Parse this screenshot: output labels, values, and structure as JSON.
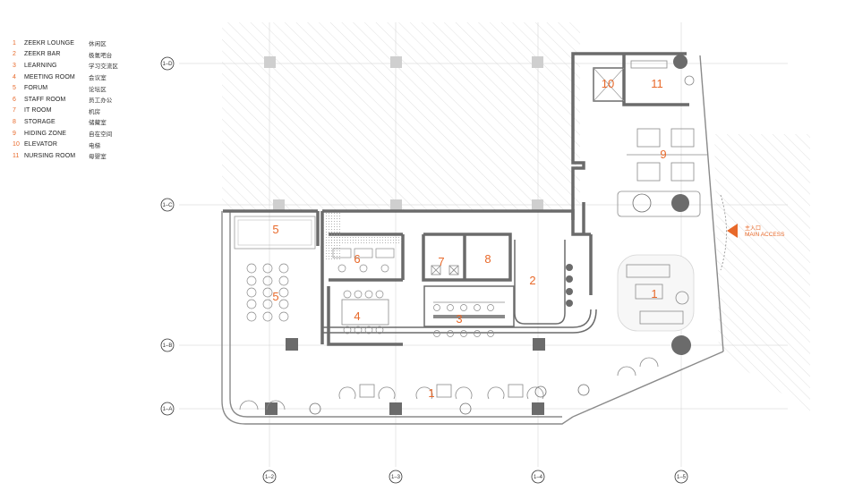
{
  "legend": [
    {
      "num": "1",
      "en": "ZEEKR LOUNGE",
      "cn": "休闲区"
    },
    {
      "num": "2",
      "en": "ZEEKR BAR",
      "cn": "极氪吧台"
    },
    {
      "num": "3",
      "en": "LEARNING",
      "cn": "学习交流区"
    },
    {
      "num": "4",
      "en": "MEETING ROOM",
      "cn": "会议室"
    },
    {
      "num": "5",
      "en": "FORUM",
      "cn": "论坛区"
    },
    {
      "num": "6",
      "en": "STAFF ROOM",
      "cn": "员工办公"
    },
    {
      "num": "7",
      "en": "IT ROOM",
      "cn": "机房"
    },
    {
      "num": "8",
      "en": "STORAGE",
      "cn": "储藏室"
    },
    {
      "num": "9",
      "en": "HIDING ZONE",
      "cn": "自在空间"
    },
    {
      "num": "10",
      "en": "ELEVATOR",
      "cn": "电梯"
    },
    {
      "num": "11",
      "en": "NURSING ROOM",
      "cn": "母婴室"
    }
  ],
  "axes": {
    "rows": [
      "1–D",
      "1–C",
      "1–B",
      "1–A"
    ],
    "cols": [
      "1–2",
      "1–3",
      "1–4",
      "1–5"
    ]
  },
  "rooms": {
    "r1a": "1",
    "r1b": "1",
    "r2": "2",
    "r3": "3",
    "r4": "4",
    "r5a": "5",
    "r5b": "5",
    "r6": "6",
    "r7": "7",
    "r8": "8",
    "r9": "9",
    "r10": "10",
    "r11": "11"
  },
  "entry": {
    "label": "MAIN ACCESS",
    "cn": "主入口"
  },
  "colors": {
    "accent": "#e8692a",
    "wall": "#6b6b6b",
    "line": "#b5b5b5"
  }
}
